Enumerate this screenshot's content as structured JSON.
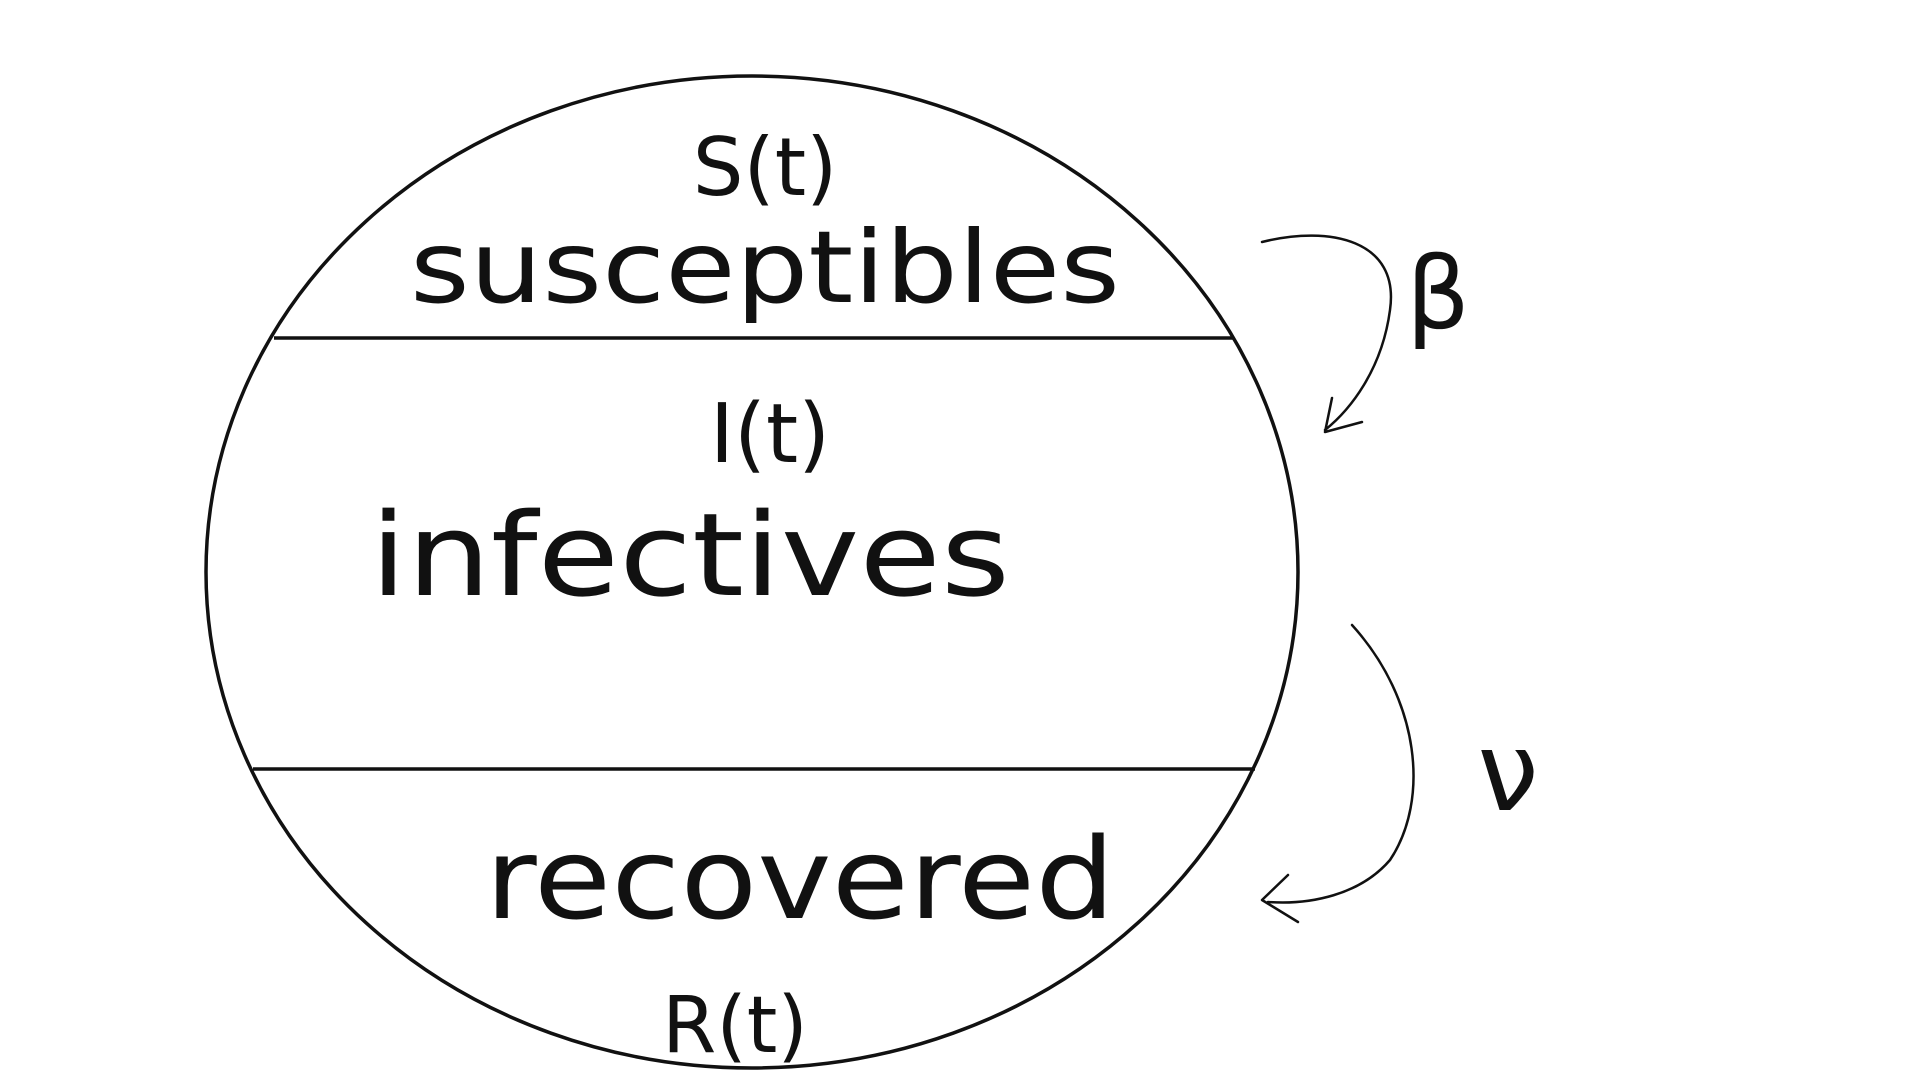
{
  "diagram": {
    "compartments": [
      {
        "symbol": "S(t)",
        "label": "susceptibles"
      },
      {
        "symbol": "I(t)",
        "label": "infectives"
      },
      {
        "symbol": "R(t)",
        "label": "recovered"
      }
    ],
    "transitions": [
      {
        "from": "susceptibles",
        "to": "infectives",
        "rate_symbol": "β"
      },
      {
        "from": "infectives",
        "to": "recovered",
        "rate_symbol": "ν"
      }
    ]
  },
  "colors": {
    "stroke": "#111111",
    "background": "#ffffff"
  }
}
